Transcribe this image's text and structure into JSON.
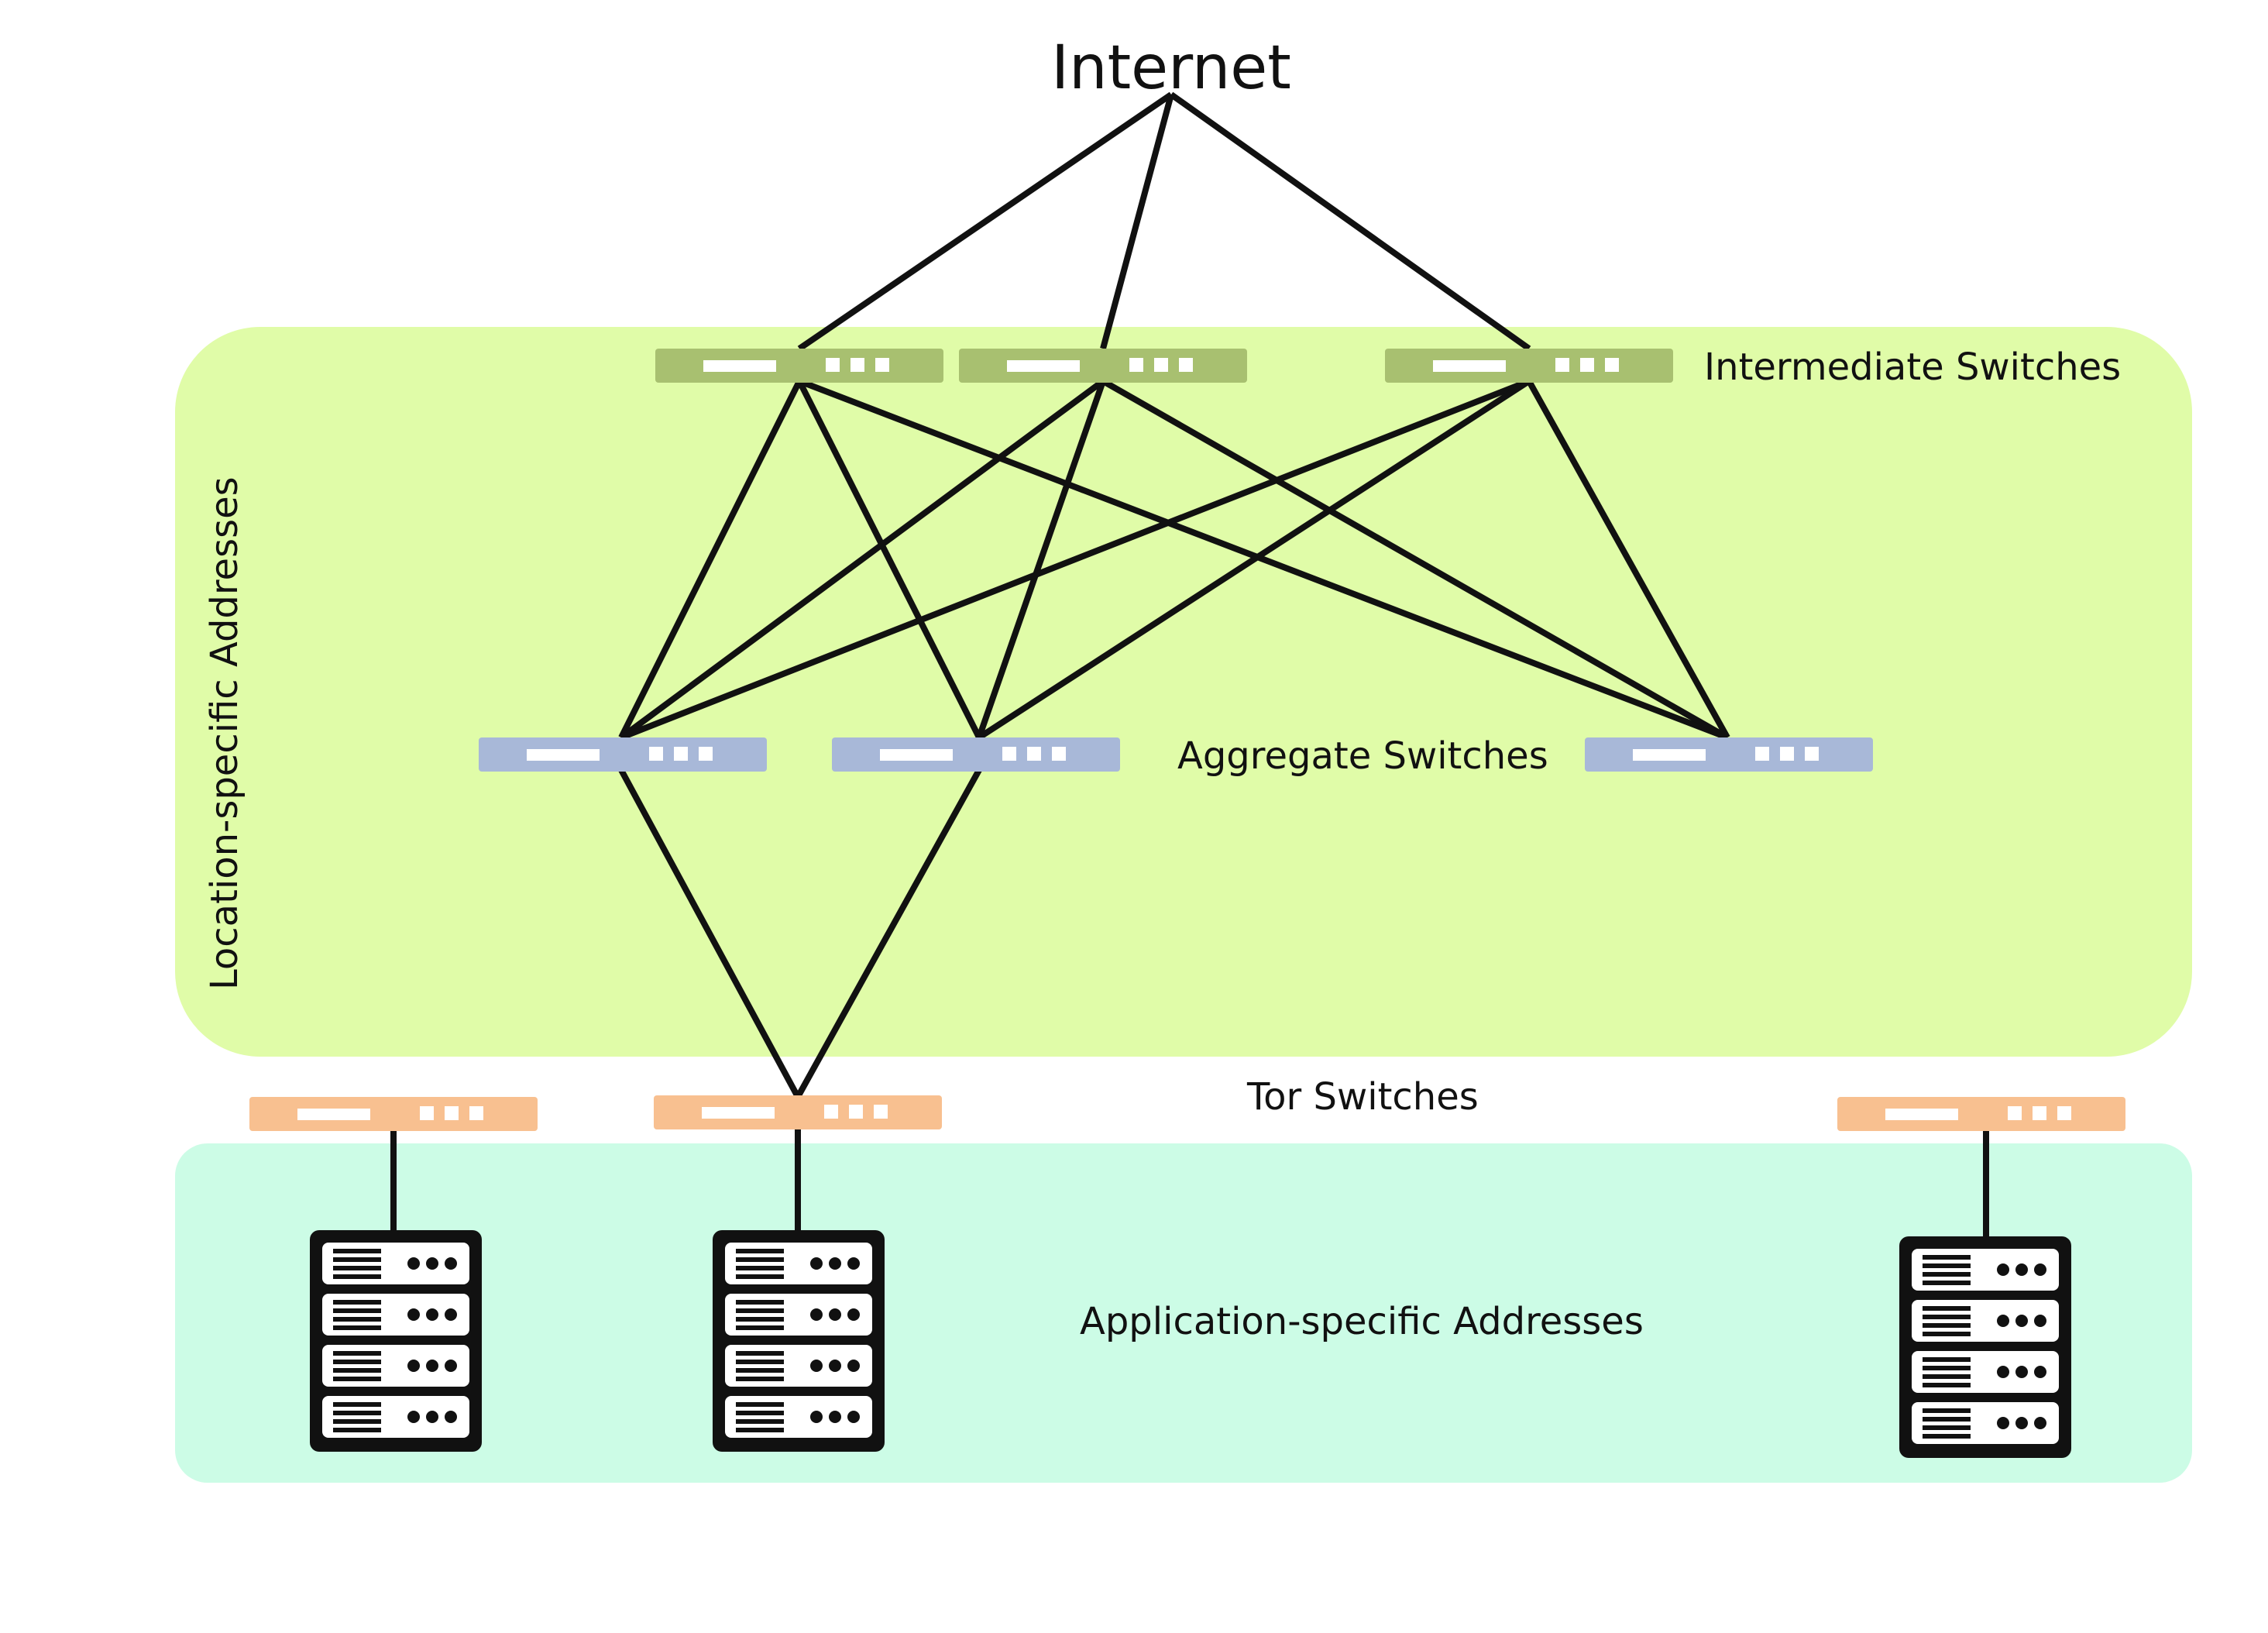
{
  "diagram": {
    "title": "Internet",
    "zones": {
      "location": {
        "label": "Location-specific Addresses",
        "color": "#e0fca8"
      },
      "application": {
        "label": "Application-specific Addresses",
        "color": "#ccfce6"
      }
    },
    "tiers": {
      "intermediate": {
        "label": "Intermediate Switches",
        "color": "#a8c070"
      },
      "aggregate": {
        "label": "Aggregate Switches",
        "color": "#a8b8d8"
      },
      "tor": {
        "label": "Tor Switches",
        "color": "#f8c090"
      }
    },
    "icons": {
      "switch": "network-switch-icon",
      "server": "server-rack-icon"
    },
    "colors": {
      "link": "#111111",
      "server": "#111111"
    }
  }
}
